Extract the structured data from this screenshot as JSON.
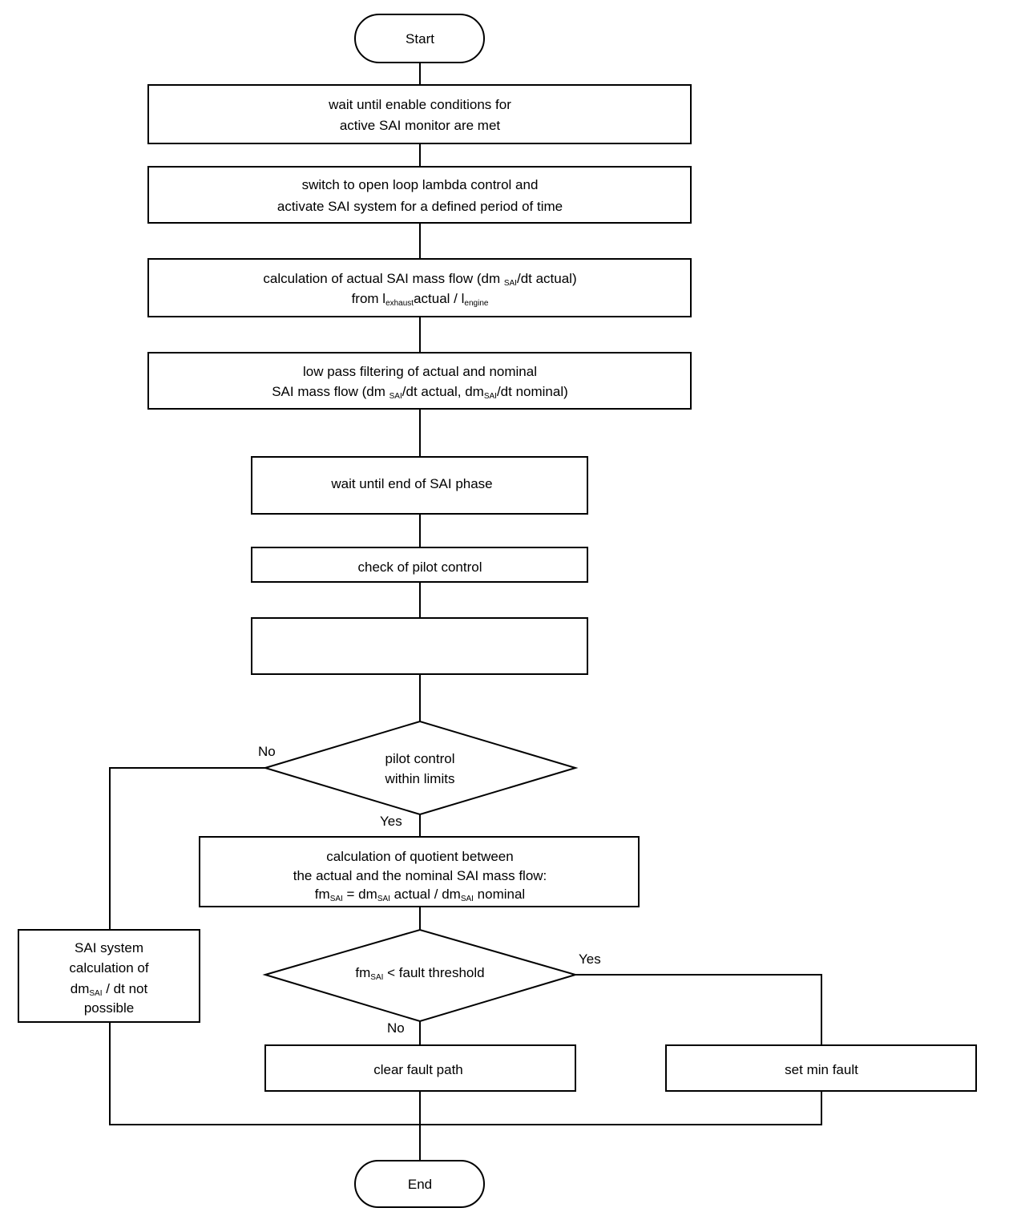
{
  "flowchart": {
    "start": "Start",
    "end": "End",
    "step1": [
      "wait until enable conditions for",
      "active SAI monitor are met"
    ],
    "step2": [
      "switch to open loop lambda control and",
      "activate SAI system for a  defined period of time"
    ],
    "step3": {
      "line1": "calculation of actual SAI mass flow (dm ",
      "line1_sub": "SAI",
      "line1_end": "/dt actual)",
      "line2_a": "from l",
      "line2_sub1": "exhaust",
      "line2_b": "actual / l",
      "line2_sub2": "engine"
    },
    "step4": {
      "line1": "low pass filtering of actual and nominal",
      "line2_a": "SAI mass flow (dm ",
      "sub": "SAI",
      "line2_b": "/dt actual, dm",
      "line2_c": "/dt nominal)"
    },
    "step5": "wait until end of SAI phase",
    "step6": "check of pilot control",
    "step7": "",
    "decision1": [
      "pilot control",
      "within limits"
    ],
    "decision1_no": "No",
    "decision1_yes": "Yes",
    "step8": {
      "line1": "calculation of quotient between",
      "line2": "the actual and the nominal SAI mass flow:",
      "line3_a": "fm",
      "sub": "SAI",
      "line3_b": " = dm",
      "line3_c": " actual / dm",
      "line3_d": " nominal"
    },
    "error_box": {
      "line1": "SAI system",
      "line2": "calculation of",
      "line3_a": "dm",
      "sub": "SAI",
      "line3_b": " / dt not",
      "line4": "possible"
    },
    "decision2": {
      "a": "fm",
      "sub": "SAI",
      "b": " < fault threshold"
    },
    "decision2_yes": "Yes",
    "decision2_no": "No",
    "clear_fault": "clear fault path",
    "set_fault": "set min fault"
  }
}
